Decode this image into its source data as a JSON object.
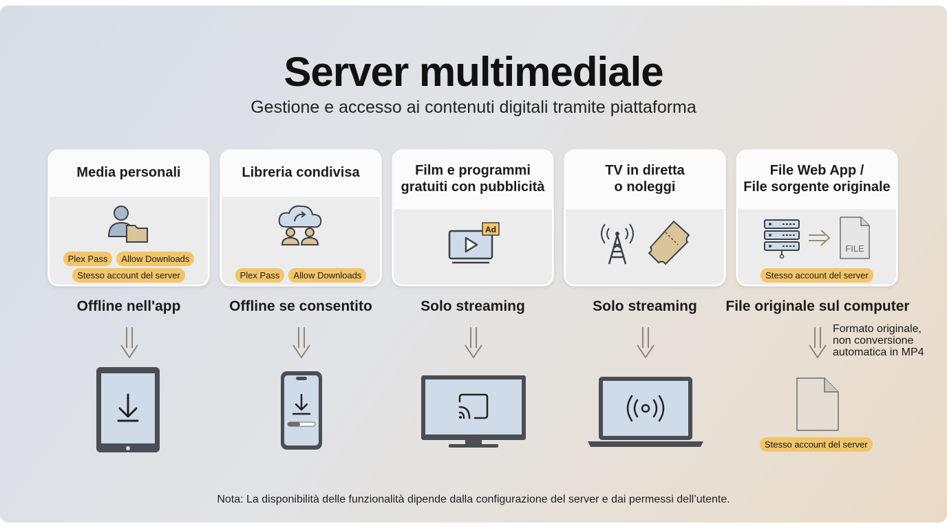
{
  "header": {
    "title": "Server multimediale",
    "subtitle": "Gestione e accesso ai contenuti digitali tramite piattaforma"
  },
  "columns": [
    {
      "title": "Media personali",
      "badges_row1": [
        "Plex Pass",
        "Allow Downloads"
      ],
      "badges_row2": [
        "Stesso account del server"
      ],
      "outcome": "Offline nell'app",
      "device": "tablet-download"
    },
    {
      "title": "Libreria condivisa",
      "badges_row1": [
        "Plex Pass",
        "Allow Downloads"
      ],
      "badges_row2": [],
      "outcome": "Offline se consentito",
      "device": "phone-download"
    },
    {
      "title": "Film e programmi\ngratuiti con pubblicità",
      "badges_row1": [],
      "badges_row2": [],
      "icon_label": "Ad",
      "outcome": "Solo streaming",
      "device": "tv-cast"
    },
    {
      "title": "TV in diretta\no noleggi",
      "badges_row1": [],
      "badges_row2": [],
      "outcome": "Solo streaming",
      "device": "laptop-broadcast"
    },
    {
      "title": "File Web App /\nFile sorgente originale",
      "badges_row1": [],
      "badges_row2": [
        "Stesso account del server"
      ],
      "icon_label": "FILE",
      "outcome": "File originale sul computer",
      "device": "file-document",
      "side_note": "Formato originale,\nnon conversione\nautomatica in MP4",
      "bottom_badge": "Stesso account del server"
    }
  ],
  "footer_note": "Nota: La disponibilità delle funzionalità dipende dalla configurazione del server e dai permessi dell’utente.",
  "colors": {
    "badge": "#f3c56a",
    "icon_stroke": "#3b3f47",
    "screen_fill": "#cfdbe9",
    "folder_fill": "#dcc49a"
  }
}
